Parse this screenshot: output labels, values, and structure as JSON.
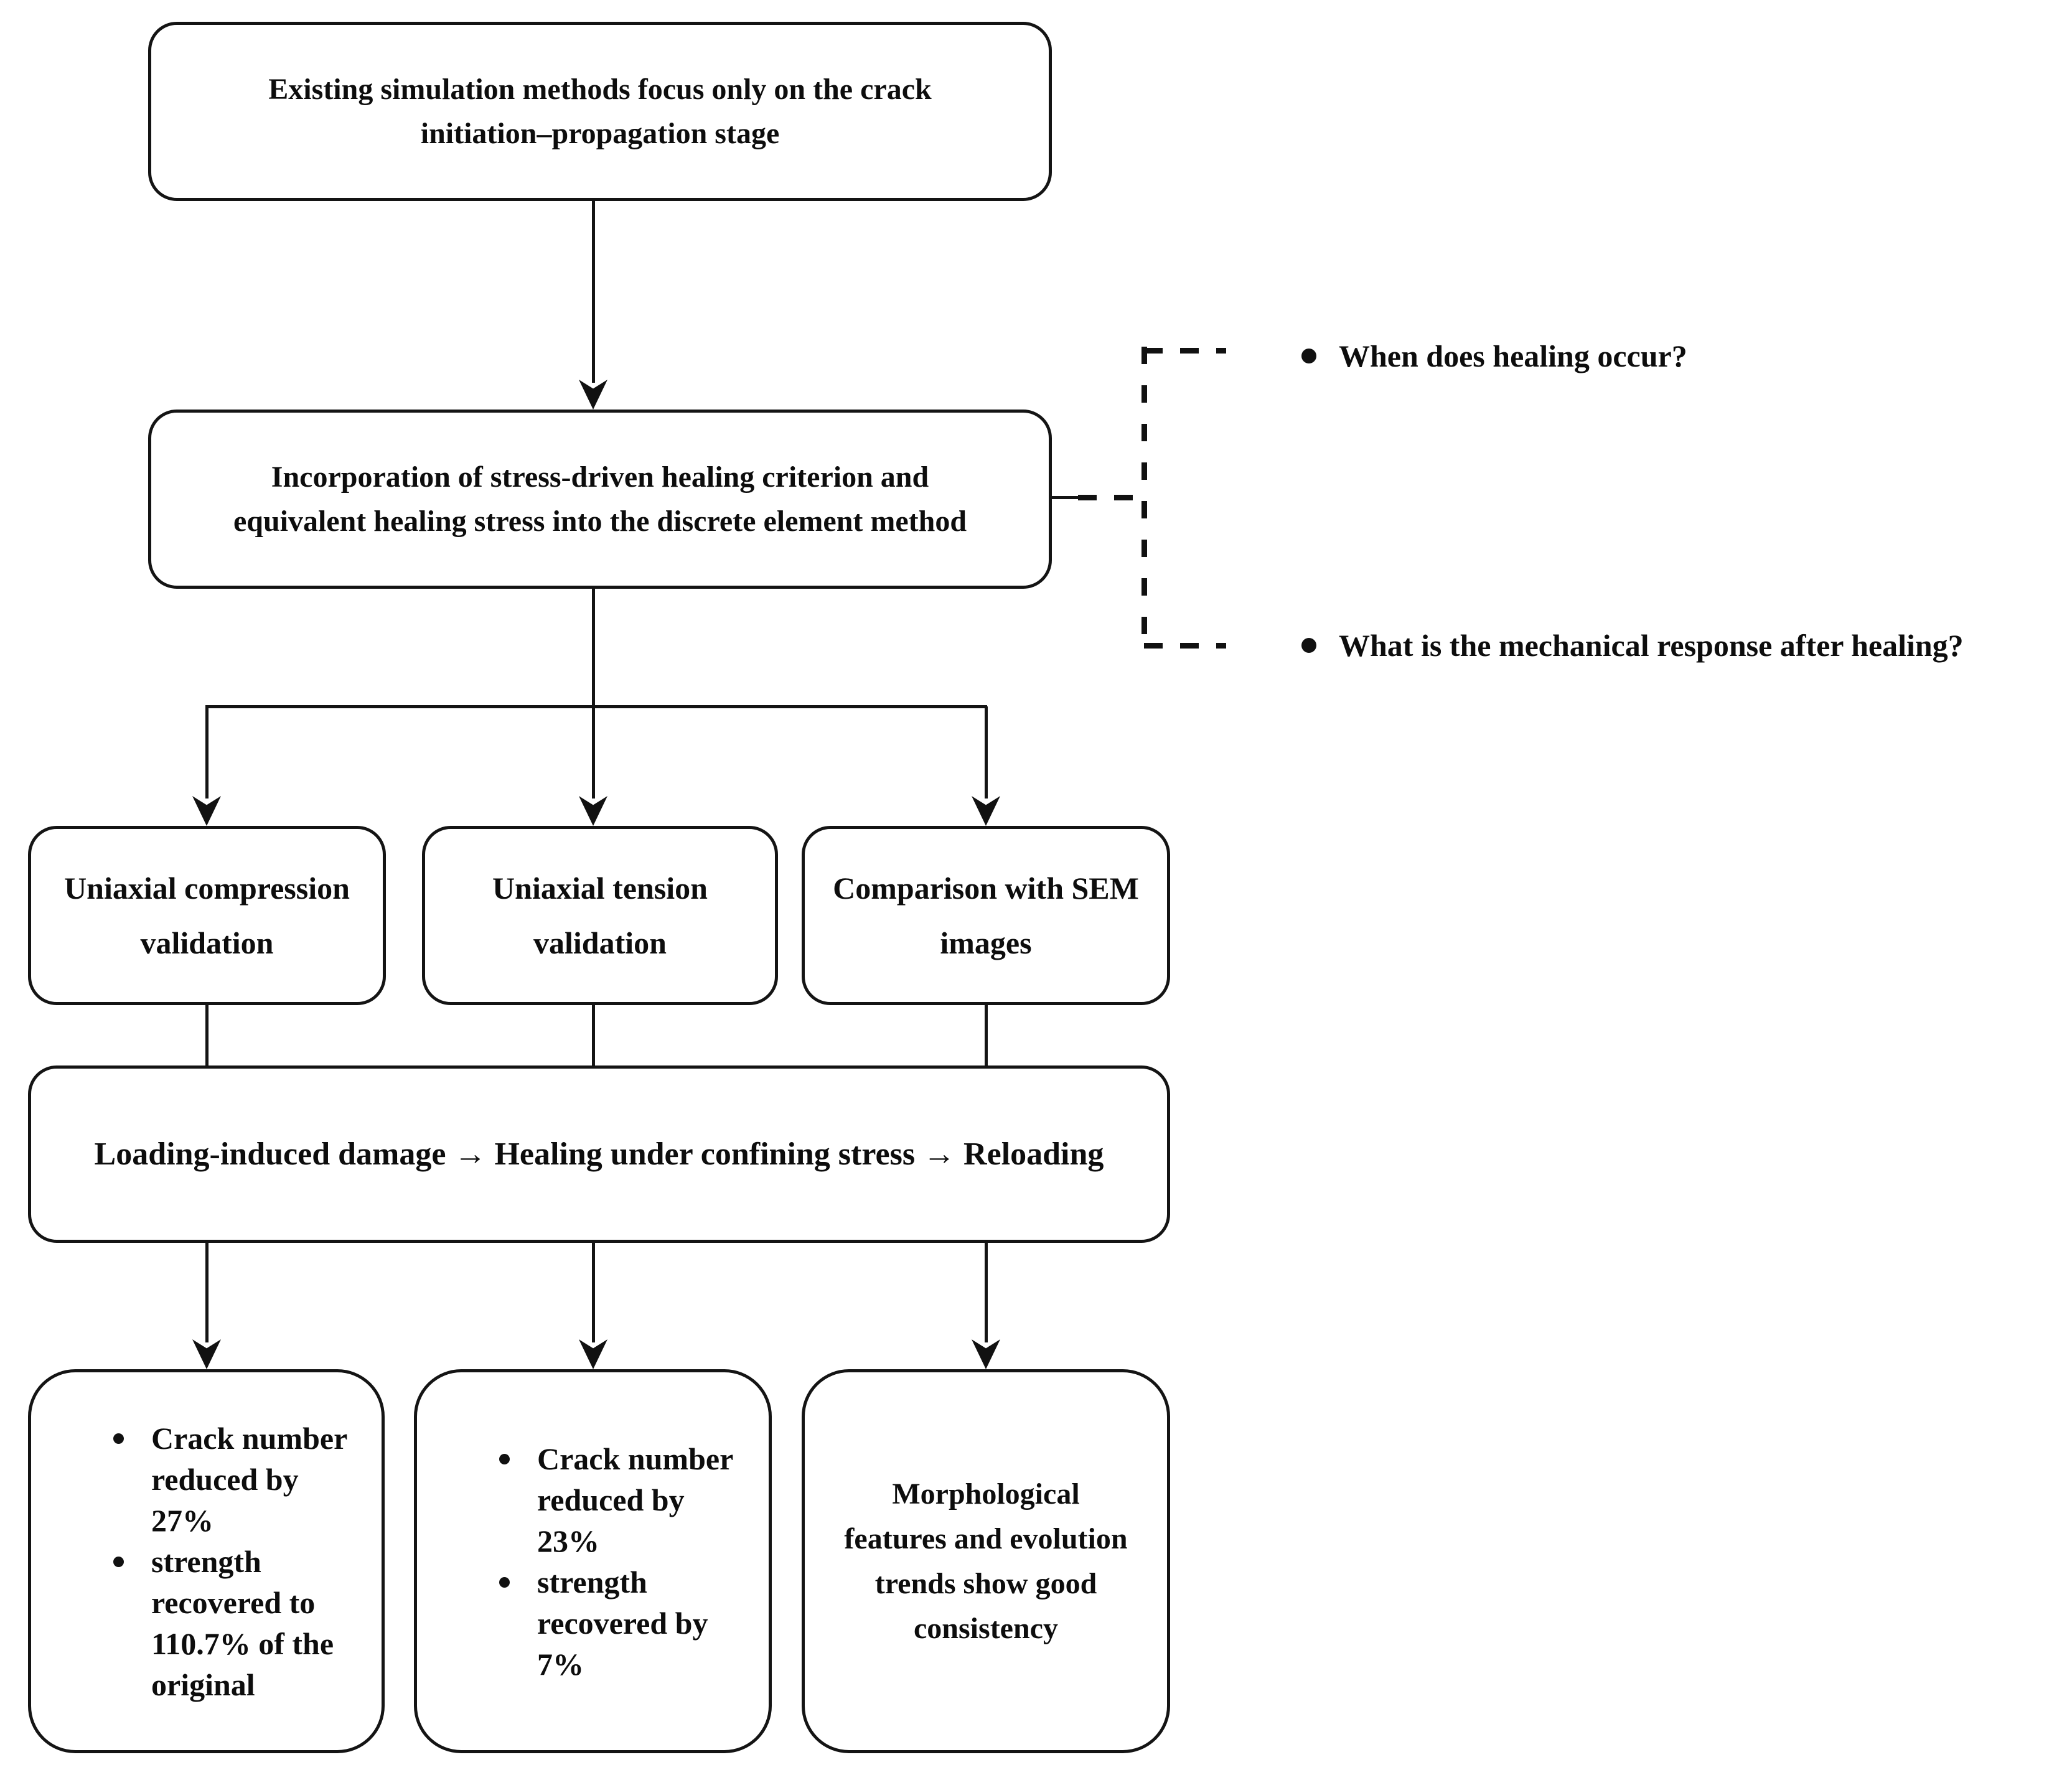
{
  "diagram": {
    "colors": {
      "line": "#141414",
      "text": "#0d0d0d",
      "background": "#ffffff"
    },
    "nodes": {
      "existing": {
        "lines": [
          "Existing simulation methods focus only on the crack",
          "initiation–propagation stage"
        ]
      },
      "method": {
        "lines": [
          "Incorporation of stress-driven healing criterion and",
          "equivalent healing stress into the discrete element method"
        ]
      },
      "compression": {
        "lines": [
          "Uniaxial compression",
          "validation"
        ]
      },
      "tension": {
        "lines": [
          "Uniaxial tension",
          "validation"
        ]
      },
      "sem": {
        "lines": [
          "Comparison with SEM",
          "images"
        ]
      },
      "process": {
        "lines": [
          "Loading-induced damage → Healing under confining stress → Reloading"
        ]
      },
      "result_compression": {
        "bullets": [
          {
            "lines": [
              "Crack number",
              "reduced by",
              "27%"
            ]
          },
          {
            "lines": [
              "strength",
              "recovered to",
              "110.7% of the",
              "original"
            ]
          }
        ]
      },
      "result_tension": {
        "bullets": [
          {
            "lines": [
              "Crack number",
              "reduced by",
              "23%"
            ]
          },
          {
            "lines": [
              "strength",
              "recovered by",
              "7%"
            ]
          }
        ]
      },
      "result_sem": {
        "lines": [
          "Morphological",
          "features and evolution",
          "trends show good",
          "consistency"
        ]
      }
    },
    "questions": [
      {
        "text": "When does healing occur?"
      },
      {
        "text": "What is the mechanical response after healing?"
      }
    ]
  }
}
